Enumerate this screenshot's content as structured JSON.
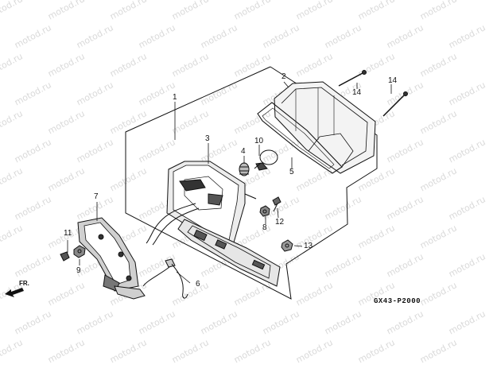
{
  "watermark_text": "motod.ru",
  "diagram_code": "GX43-P2000",
  "direction_label": "FR.",
  "callouts": [
    {
      "id": "c1",
      "label": "1"
    },
    {
      "id": "c2",
      "label": "2"
    },
    {
      "id": "c3",
      "label": "3"
    },
    {
      "id": "c4",
      "label": "4"
    },
    {
      "id": "c5",
      "label": "5"
    },
    {
      "id": "c6",
      "label": "6"
    },
    {
      "id": "c7",
      "label": "7"
    },
    {
      "id": "c8",
      "label": "8"
    },
    {
      "id": "c9",
      "label": "9"
    },
    {
      "id": "c10",
      "label": "10"
    },
    {
      "id": "c11",
      "label": "11"
    },
    {
      "id": "c12",
      "label": "12"
    },
    {
      "id": "c13",
      "label": "13"
    },
    {
      "id": "c14a",
      "label": "14"
    },
    {
      "id": "c14b",
      "label": "14"
    }
  ],
  "colors": {
    "line": "#111111",
    "watermark": "#d9d9d9"
  }
}
